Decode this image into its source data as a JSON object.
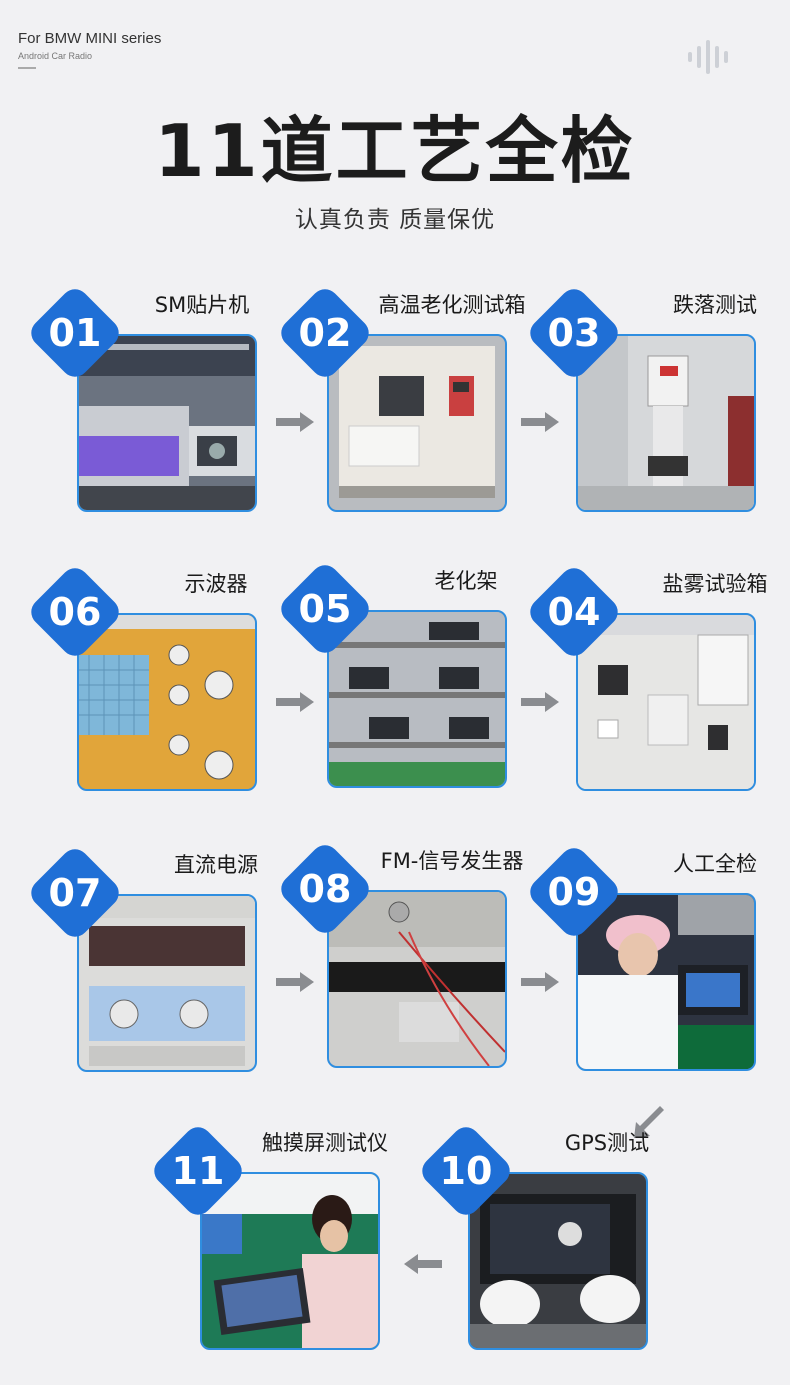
{
  "header": {
    "brand_line1": "For BMW MINI series",
    "brand_line2": "Android Car Radio",
    "title": "11道工艺全检",
    "subtitle": "认真负责  质量保优"
  },
  "colors": {
    "badge": "#1f6fd6",
    "photo_border": "#2f8ee0",
    "arrow": "#8a8c90",
    "background": "#f1f1f3"
  },
  "steps": [
    {
      "num": "01",
      "label": "SM贴片机"
    },
    {
      "num": "02",
      "label": "高温老化测试箱"
    },
    {
      "num": "03",
      "label": "跌落测试"
    },
    {
      "num": "06",
      "label": "示波器"
    },
    {
      "num": "05",
      "label": "老化架"
    },
    {
      "num": "04",
      "label": "盐雾试验箱"
    },
    {
      "num": "07",
      "label": "直流电源"
    },
    {
      "num": "08",
      "label": "FM-信号发生器"
    },
    {
      "num": "09",
      "label": "人工全检"
    },
    {
      "num": "11",
      "label": "触摸屏测试仪"
    },
    {
      "num": "10",
      "label": "GPS测试"
    }
  ],
  "icons": {
    "arrow_right": "arrow-right-icon",
    "arrow_left": "arrow-left-icon",
    "arrow_down_left": "arrow-down-left-icon",
    "sound_wave": "sound-wave-icon"
  }
}
